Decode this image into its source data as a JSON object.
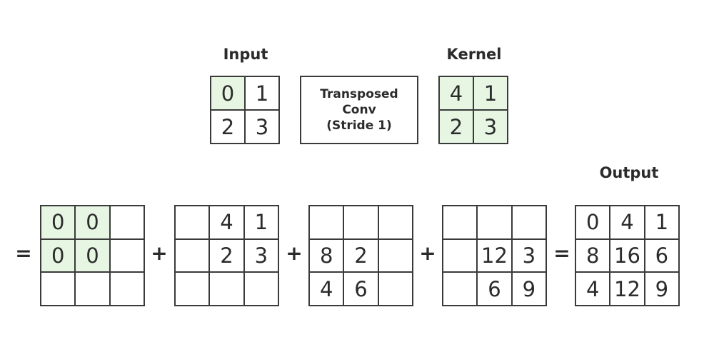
{
  "labels": {
    "input": "Input",
    "kernel": "Kernel",
    "output": "Output"
  },
  "operation": {
    "line1": "Transposed",
    "line2": "Conv",
    "line3": "(Stride 1)"
  },
  "symbols": {
    "equals": "=",
    "plus": "+"
  },
  "colors": {
    "highlight": "#e6f6e3",
    "border": "#3a3a3a"
  },
  "input_matrix": [
    [
      "0",
      "1"
    ],
    [
      "2",
      "3"
    ]
  ],
  "kernel_matrix": [
    [
      "4",
      "1"
    ],
    [
      "2",
      "3"
    ]
  ],
  "partials": [
    [
      [
        "0",
        "0",
        ""
      ],
      [
        "0",
        "0",
        ""
      ],
      [
        "",
        "",
        ""
      ]
    ],
    [
      [
        "",
        "4",
        "1"
      ],
      [
        "",
        "2",
        "3"
      ],
      [
        "",
        "",
        ""
      ]
    ],
    [
      [
        "",
        "",
        ""
      ],
      [
        "8",
        "2",
        ""
      ],
      [
        "4",
        "6",
        ""
      ]
    ],
    [
      [
        "",
        "",
        ""
      ],
      [
        "",
        "12",
        "3"
      ],
      [
        "",
        "6",
        "9"
      ]
    ]
  ],
  "output_matrix": [
    [
      "0",
      "4",
      "1"
    ],
    [
      "8",
      "16",
      "6"
    ],
    [
      "4",
      "12",
      "9"
    ]
  ]
}
